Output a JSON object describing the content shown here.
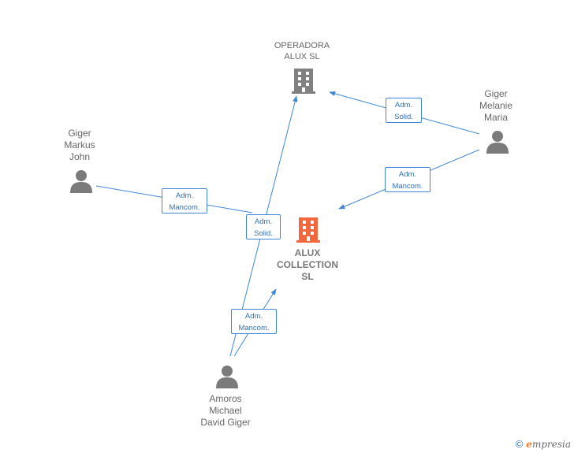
{
  "nodes": {
    "operadora": "OPERADORA\nALUX  SL",
    "alux": "ALUX\nCOLLECTION\nSL",
    "markus": "Giger\nMarkus\nJohn",
    "melanie": "Giger\nMelanie\nMaria",
    "amoros": "Amoros\nMichael\nDavid Giger"
  },
  "edges": {
    "melanie_operadora": "Adm.\nSolid.",
    "melanie_alux": "Adm.\nMancom.",
    "markus_alux": "Adm.\nMancom.",
    "amoros_operadora": "Adm.\nSolid.",
    "amoros_alux": "Adm.\nMancom."
  },
  "footer": {
    "copyright": "©",
    "brand_initial": "e",
    "brand_rest": "mpresia"
  },
  "colors": {
    "edge": "#3f86d6",
    "person": "#7b7b7b",
    "company_main": "#f2683c",
    "company_other": "#808080"
  }
}
